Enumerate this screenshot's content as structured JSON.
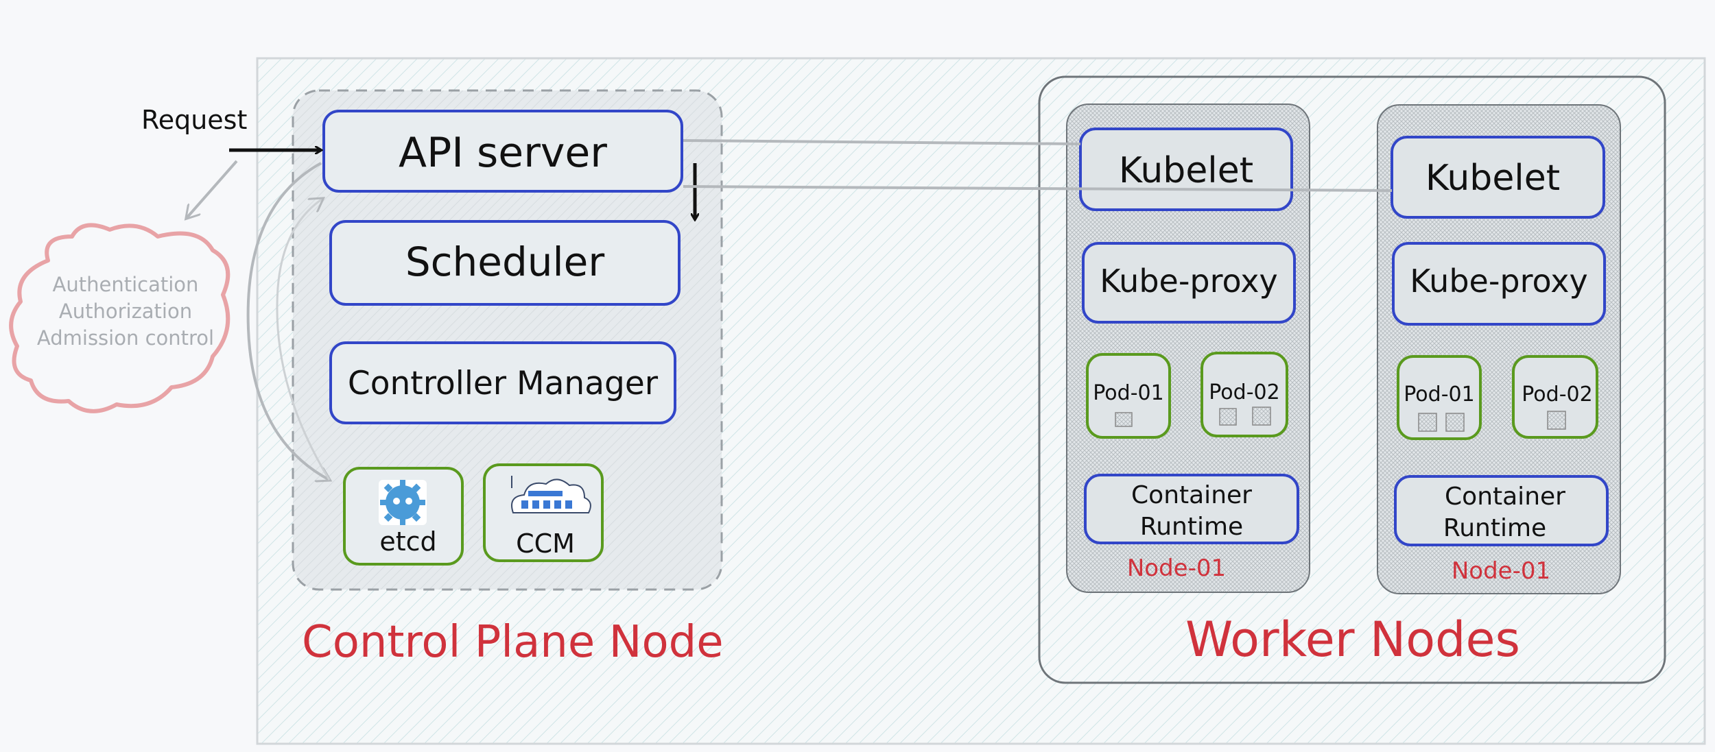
{
  "request_label": "Request",
  "auth": {
    "lines": [
      "Authentication",
      "Authorization",
      "Admission control"
    ]
  },
  "control_plane": {
    "title": "Control Plane Node",
    "components": {
      "api_server": "API server",
      "scheduler": "Scheduler",
      "controller_manager": "Controller Manager",
      "etcd": "etcd",
      "ccm": "CCM"
    }
  },
  "worker": {
    "title": "Worker Nodes",
    "nodes": [
      {
        "kubelet": "Kubelet",
        "kube_proxy": "Kube-proxy",
        "pods": [
          "Pod-01",
          "Pod-02"
        ],
        "runtime_line1": "Container",
        "runtime_line2": "Runtime",
        "node_label": "Node-01"
      },
      {
        "kubelet": "Kubelet",
        "kube_proxy": "Kube-proxy",
        "pods": [
          "Pod-01",
          "Pod-02"
        ],
        "runtime_line1": "Container",
        "runtime_line2": "Runtime",
        "node_label": "Node-01"
      }
    ]
  },
  "colors": {
    "blue_border": "#3246c8",
    "green_border": "#5a9a1e",
    "red_text": "#d0323c",
    "grey_arrow": "#b4b8bc",
    "cloud_border": "#e8a3a6",
    "auth_text": "#a9adb2",
    "etcd_blue": "#4a9bd8"
  }
}
